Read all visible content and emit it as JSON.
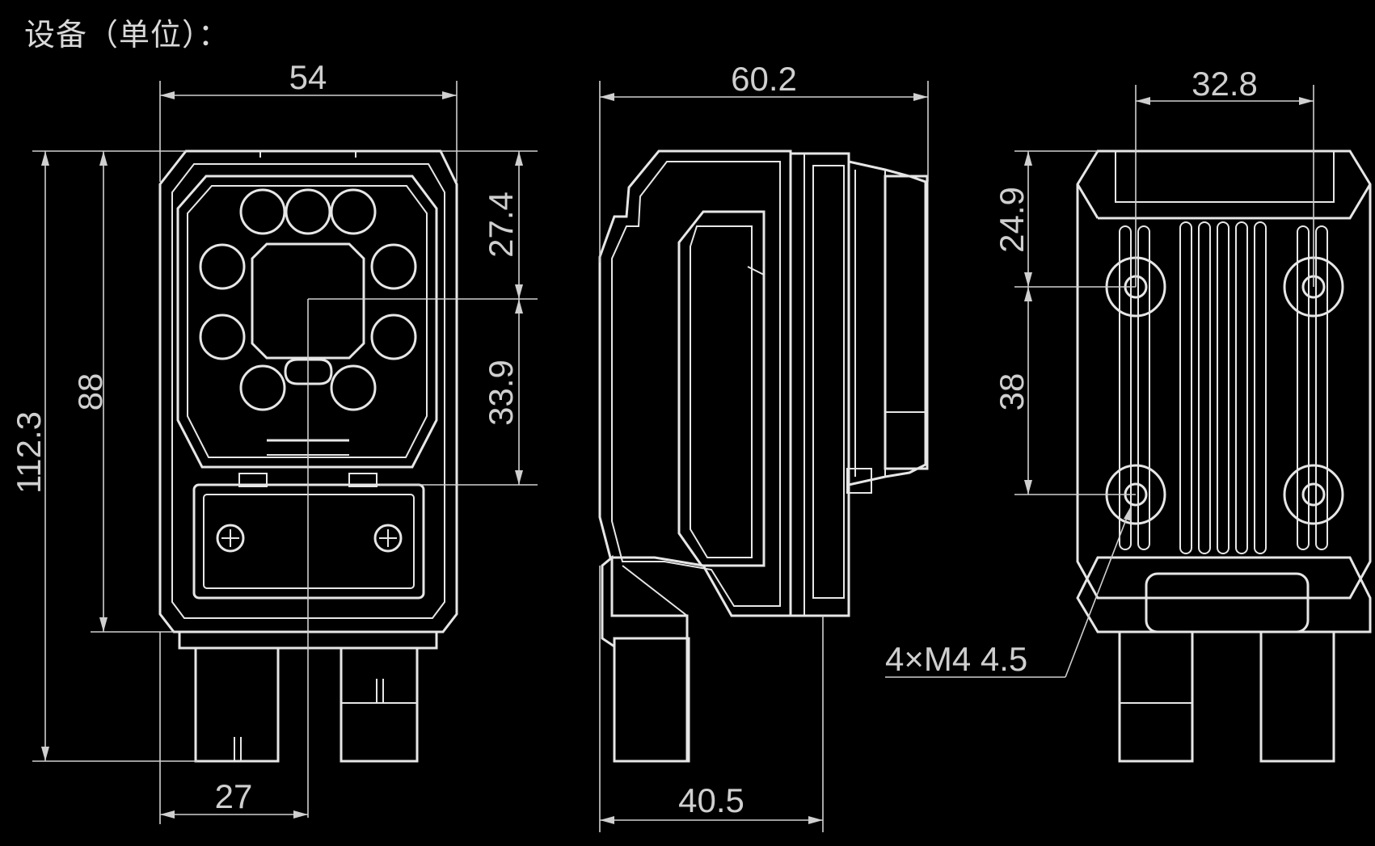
{
  "title": "设备（单位）：",
  "views": {
    "front": {
      "dims": {
        "width_top": "54",
        "width_bottom": "27",
        "height_total": "112.3",
        "height_body": "88",
        "upper": "27.4",
        "lower": "33.9"
      }
    },
    "side": {
      "dims": {
        "depth_top": "60.2",
        "depth_bottom": "40.5"
      }
    },
    "back": {
      "dims": {
        "hole_spacing_h": "32.8",
        "hole_top": "24.9",
        "hole_spacing_v": "38",
        "thread_note": "4×M4  4.5"
      }
    }
  },
  "colors": {
    "background": "#000000",
    "line": "#e6e6e6",
    "dimension": "#cfcfcf"
  }
}
